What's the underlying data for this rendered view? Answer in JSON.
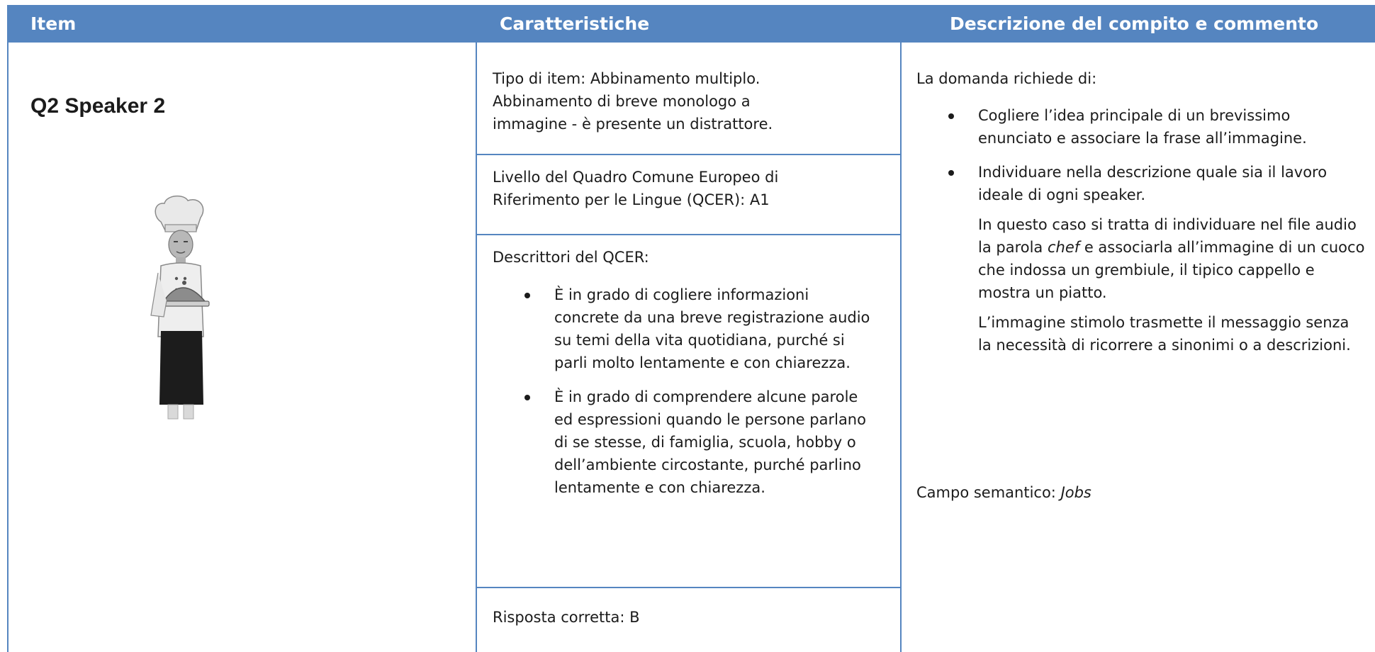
{
  "header": {
    "col_item": "Item",
    "col_features": "Caratteristiche",
    "col_description": "Descrizione del compito e commento"
  },
  "item": {
    "title": "Q2 Speaker 2",
    "image_icon": "chef-illustration-icon"
  },
  "features": {
    "type": "Tipo di item: Abbinamento multiplo. Abbinamento di breve monologo a immagine - è presente un distrattore.",
    "level": "Livello del Quadro Comune Europeo di Riferimento per le Lingue (QCER): A1",
    "descriptors_label": "Descrittori del QCER:",
    "descriptors": [
      "È in grado di cogliere informazioni concrete da una breve registrazione audio su temi della vita quotidiana, purché si parli molto lentamente e con chiarezza.",
      "È in grado di comprendere alcune parole ed espressioni quando le persone parlano di se stesse, di famiglia, scuola, hobby o dell’ambiente circostante, purché parlino lentamente e con chiarezza."
    ],
    "answer": "Risposta corretta: B"
  },
  "description": {
    "intro": "La domanda richiede di:",
    "bullets": [
      "Cogliere l’idea principale di un brevissimo enunciato e associare la frase all’immagine.",
      "Individuare nella descrizione quale sia il lavoro ideale di ogni speaker."
    ],
    "para1_before": "In questo caso si tratta di individuare nel file audio la parola ",
    "para1_italic": "chef",
    "para1_after": " e associarla all’immagine di un cuoco che indossa un grembiule, il tipico cappello e mostra un piatto.",
    "para2": "L’immagine stimolo trasmette il messaggio senza la necessità di ricorrere a sinonimi o a descrizioni.",
    "field_label": "Campo semantico: ",
    "field_value": "Jobs"
  }
}
